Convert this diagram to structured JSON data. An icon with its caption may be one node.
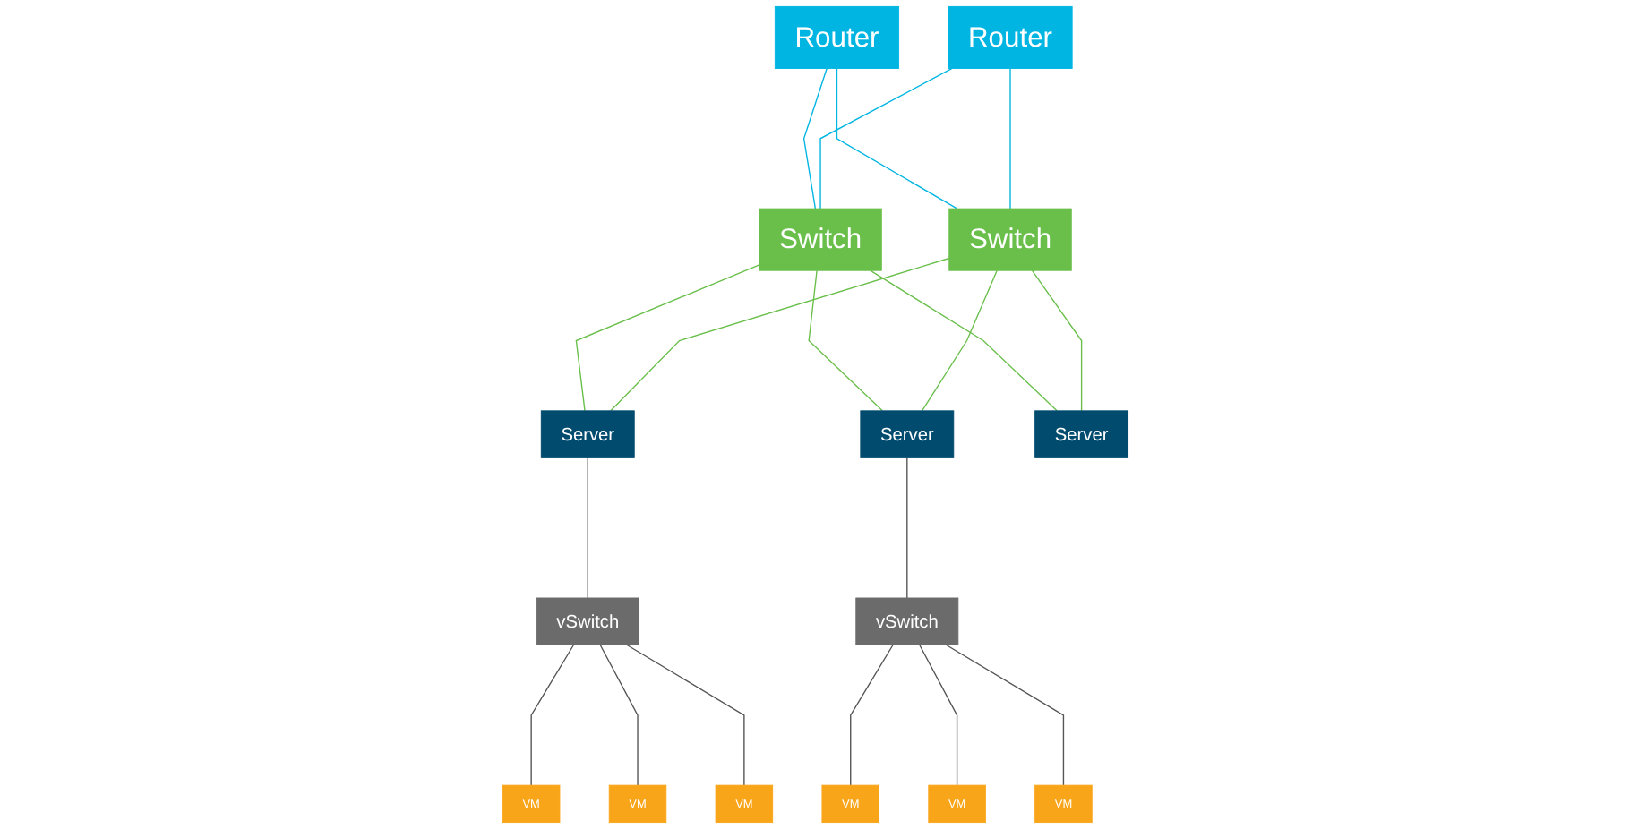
{
  "diagram": {
    "nodes": [
      {
        "text": [
          "Router"
        ]
      },
      {
        "text": [
          "Router"
        ]
      },
      {
        "text": [
          "Switch"
        ]
      },
      {
        "text": [
          "Switch"
        ]
      },
      {
        "text": [
          "Server"
        ]
      },
      {
        "text": [
          "Server"
        ]
      },
      {
        "text": [
          "Server"
        ]
      },
      {
        "text": [
          "vSwitch"
        ]
      },
      {
        "text": [
          "vSwitch"
        ]
      },
      {
        "text": [
          "VM"
        ]
      },
      {
        "text": [
          "VM"
        ]
      },
      {
        "text": [
          "VM"
        ]
      },
      {
        "text": [
          "VM"
        ]
      },
      {
        "text": [
          "VM"
        ]
      },
      {
        "text": [
          "VM"
        ]
      }
    ],
    "edges": [
      {
        "from": 0,
        "to": 2,
        "arrow": "none",
        "color": "#00b5e2"
      },
      {
        "from": 0,
        "to": 3,
        "arrow": "none",
        "color": "#00b5e2"
      },
      {
        "from": 1,
        "to": 2,
        "arrow": "none",
        "color": "#00b5e2"
      },
      {
        "from": 1,
        "to": 3,
        "arrow": "none",
        "color": "#00b5e2"
      },
      {
        "from": 2,
        "to": 4,
        "arrow": "none",
        "color": "#6abf4b"
      },
      {
        "from": 2,
        "to": 5,
        "arrow": "none",
        "color": "#6abf4b"
      },
      {
        "from": 2,
        "to": 6,
        "arrow": "none",
        "color": "#6abf4b"
      },
      {
        "from": 3,
        "to": 4,
        "arrow": "none",
        "color": "#6abf4b"
      },
      {
        "from": 3,
        "to": 5,
        "arrow": "none",
        "color": "#6abf4b"
      },
      {
        "from": 3,
        "to": 6,
        "arrow": "none",
        "color": "#6abf4b"
      },
      {
        "from": 4,
        "to": 7,
        "arrow": "none"
      },
      {
        "from": 5,
        "to": 8,
        "arrow": "none"
      },
      {
        "from": 7,
        "to": 9,
        "arrow": "none"
      },
      {
        "from": 7,
        "to": 10,
        "arrow": "none"
      },
      {
        "from": 7,
        "to": 11,
        "arrow": "none"
      },
      {
        "from": 8,
        "to": 12,
        "arrow": "none"
      },
      {
        "from": 8,
        "to": 13,
        "arrow": "none"
      },
      {
        "from": 8,
        "to": 14,
        "arrow": "none"
      }
    ]
  }
}
